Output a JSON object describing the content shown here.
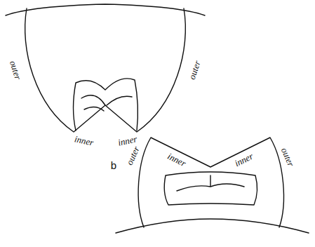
{
  "diagram": {
    "labels": [
      "outer",
      "inner",
      "inner",
      "outer",
      "b",
      "outer",
      "inner",
      "inner",
      "outer"
    ]
  }
}
